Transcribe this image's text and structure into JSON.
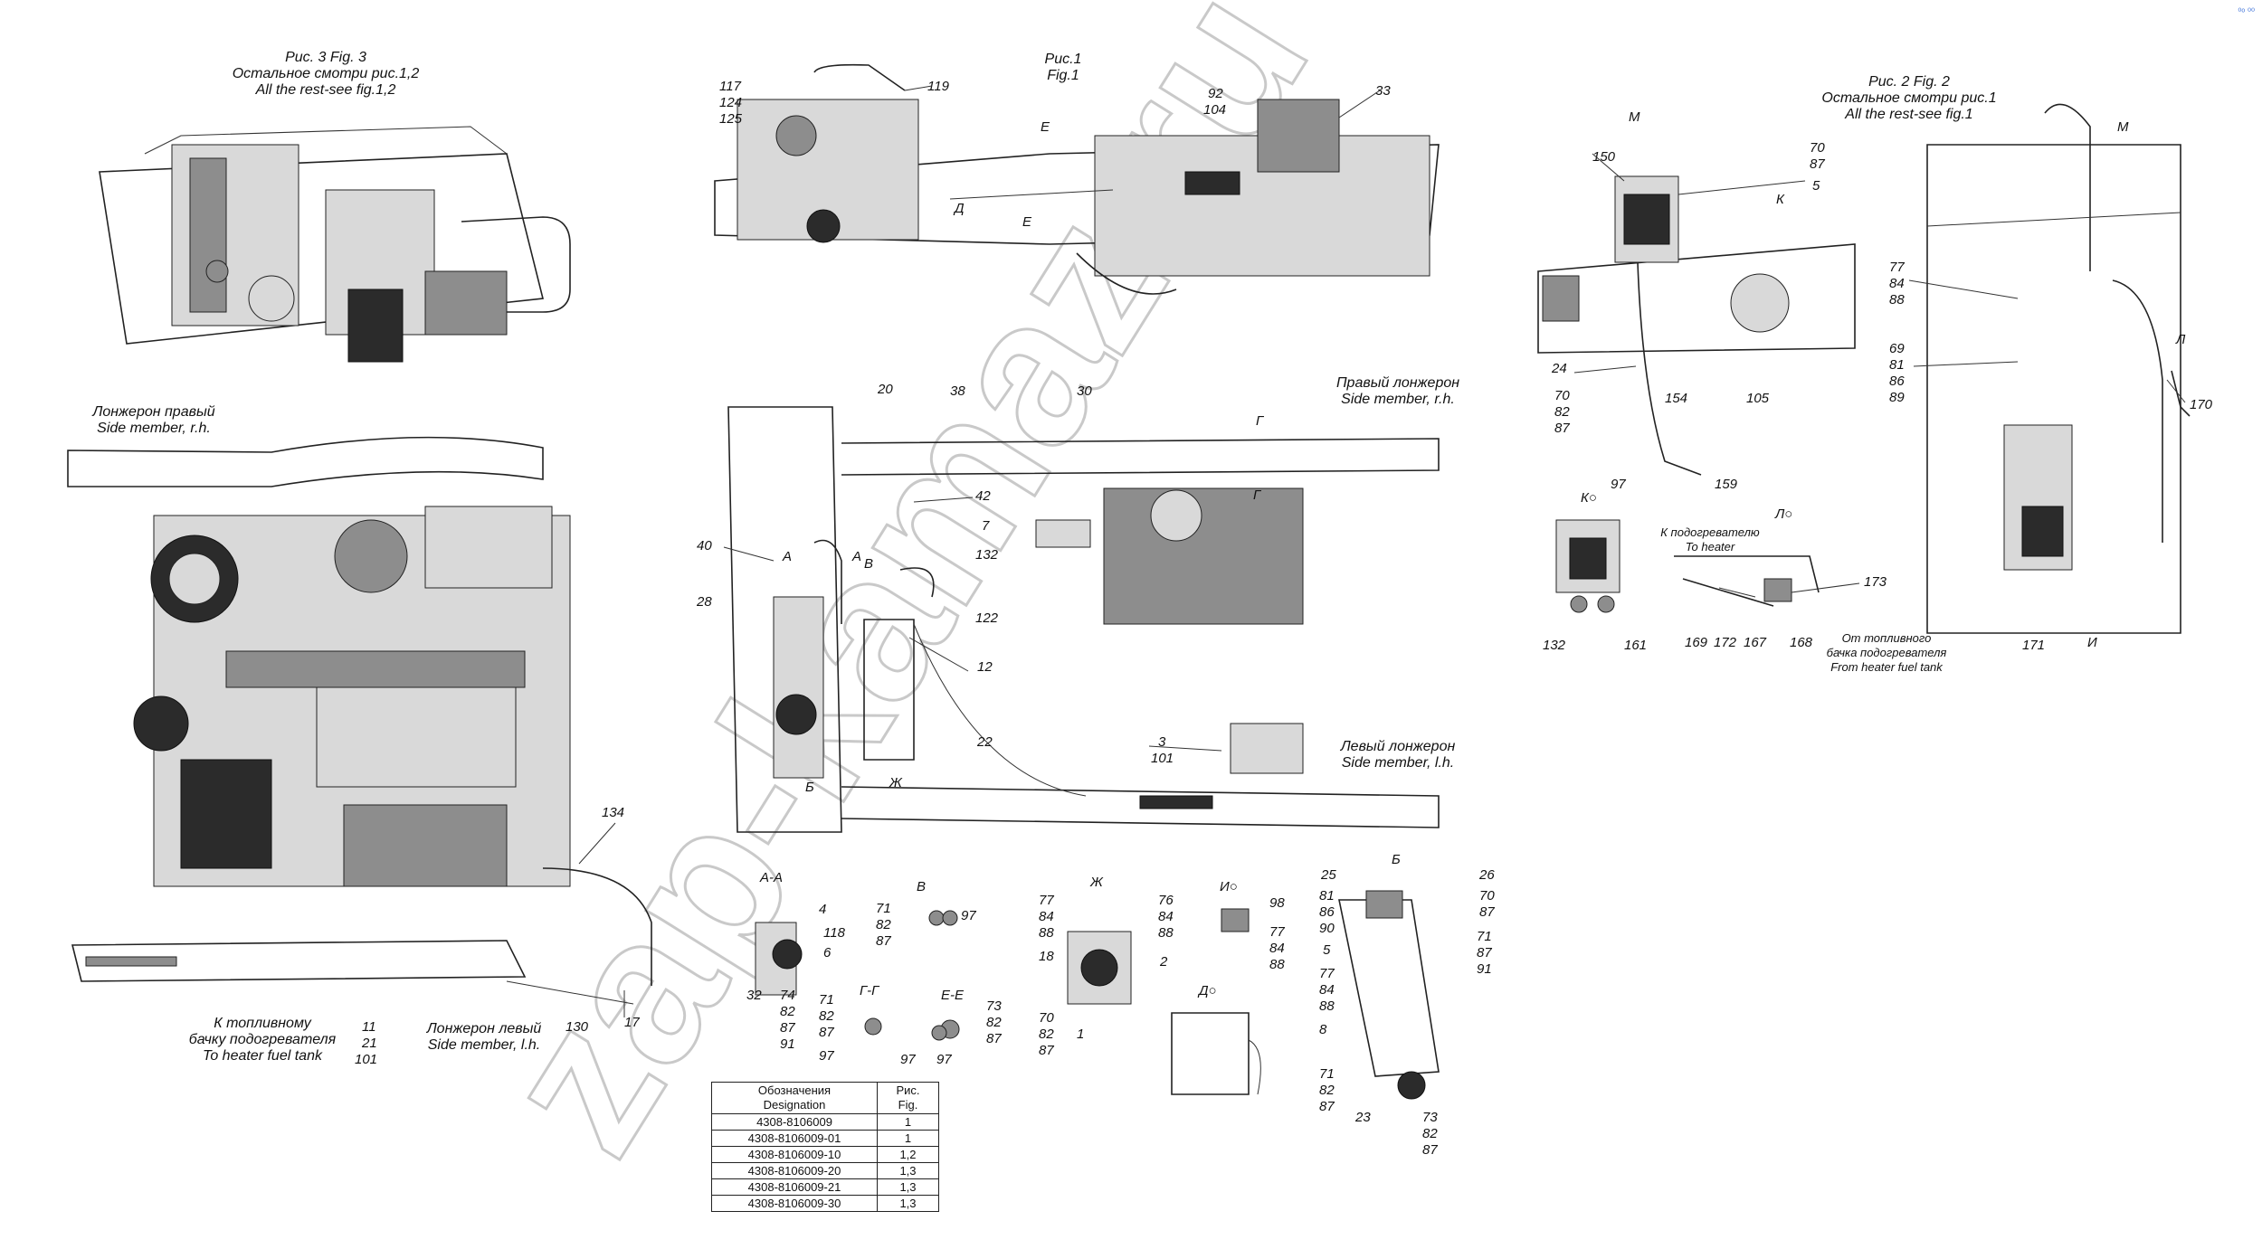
{
  "corner_mark": "⁰ᵒ ⁰⁰",
  "captions": {
    "fig3": [
      "Рис. 3 Fig. 3",
      "Остальное смотри рис.1,2",
      "All the rest-see fig.1,2"
    ],
    "fig1": [
      "Рис.1",
      "Fig.1"
    ],
    "fig2": [
      "Рис. 2 Fig. 2",
      "Остальное смотри рис.1",
      "All the rest-see fig.1"
    ],
    "side_rh_fig3": [
      "Лонжерон правый",
      "Side member, r.h."
    ],
    "side_rh_fig1": [
      "Правый лонжерон",
      "Side member, r.h."
    ],
    "side_lh_fig1": [
      "Левый лонжерон",
      "Side member, l.h."
    ],
    "side_lh_fig3": [
      "Лонжерон левый",
      "Side member, l.h."
    ],
    "to_tank": [
      "К топливному",
      "бачку подогревателя",
      "To heater fuel tank"
    ],
    "to_heater": [
      "К подогревателю",
      "To heater"
    ],
    "from_tank": [
      "От топливного",
      "бачка подогревателя",
      "From heater fuel tank"
    ]
  },
  "view_letters": {
    "M1": "М",
    "M2": "М",
    "K1": "К",
    "K2": "К○",
    "L1": "Л",
    "L2": "Л○",
    "I1": "И",
    "I2": "И○",
    "E": "Е",
    "E2": "Е",
    "D1": "Д",
    "D2": "Д○",
    "A1": "А",
    "A2": "А",
    "B1": "В",
    "V2": "В",
    "G1": "Г",
    "G2": "Г",
    "B_1": "Б",
    "B_2": "Б",
    "Zh1": "Ж",
    "Zh2": "Ж",
    "AA": "А-А",
    "GG": "Г-Г",
    "EE": "Е-Е"
  },
  "callouts": {
    "fig1_top": [
      "117",
      "124",
      "125",
      "119",
      "92",
      "104",
      "33"
    ],
    "fig1_mid": [
      "20",
      "38",
      "30",
      "40",
      "42",
      "7",
      "132",
      "28",
      "122",
      "12",
      "22",
      "3",
      "101"
    ],
    "fig2": [
      "150",
      "70",
      "87",
      "5",
      "24",
      "70",
      "82",
      "87",
      "154",
      "105",
      "97",
      "159",
      "77",
      "84",
      "88",
      "69",
      "81",
      "86",
      "89",
      "170",
      "171"
    ],
    "k_view": [
      "132",
      "161"
    ],
    "l_view": [
      "173",
      "169",
      "172",
      "167",
      "168"
    ],
    "fig3": [
      "134",
      "11",
      "21",
      "101",
      "130",
      "17"
    ],
    "section_aa": [
      "4",
      "118",
      "6",
      "32",
      "74",
      "82",
      "87",
      "91",
      "71",
      "82",
      "87",
      "97"
    ],
    "view_v": [
      "71",
      "82",
      "87",
      "97"
    ],
    "view_gg": [
      "97"
    ],
    "view_ee": [
      "73",
      "82",
      "87",
      "97"
    ],
    "view_zh": [
      "77",
      "84",
      "88",
      "76",
      "84",
      "88",
      "18",
      "2",
      "70",
      "82",
      "87",
      "1"
    ],
    "view_i": [
      "98",
      "77",
      "84",
      "88"
    ],
    "view_b": [
      "25",
      "81",
      "86",
      "90",
      "5",
      "77",
      "84",
      "88",
      "26",
      "70",
      "87",
      "71",
      "87",
      "91",
      "8",
      "71",
      "82",
      "87",
      "23",
      "73",
      "82",
      "87"
    ]
  },
  "designation_table": {
    "headers": [
      "Обозначения\nDesignation",
      "Рис.\nFig."
    ],
    "rows": [
      [
        "4308-8106009",
        "1"
      ],
      [
        "4308-8106009-01",
        "1"
      ],
      [
        "4308-8106009-10",
        "1,2"
      ],
      [
        "4308-8106009-20",
        "1,3"
      ],
      [
        "4308-8106009-21",
        "1,3"
      ],
      [
        "4308-8106009-30",
        "1,3"
      ]
    ]
  },
  "watermark": "zap-kamaz.ru"
}
